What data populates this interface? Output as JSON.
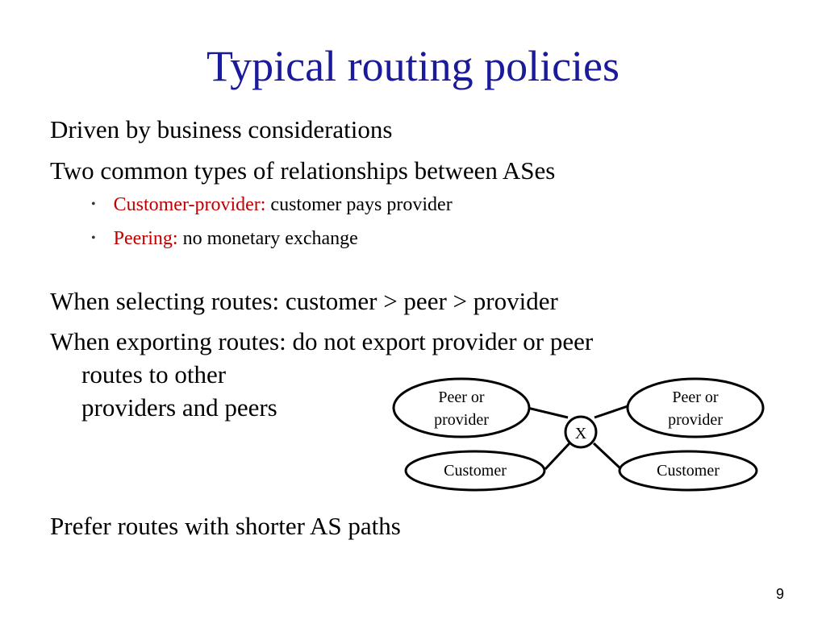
{
  "title": "Typical routing policies",
  "bullets": {
    "driven": "Driven by business considerations",
    "two_types": "Two common types of relationships between ASes",
    "sub": [
      {
        "term": "Customer-provider:",
        "desc": "customer pays provider"
      },
      {
        "term": "Peering:",
        "desc": "no monetary exchange"
      }
    ],
    "selecting": "When selecting routes: customer > peer > provider",
    "exporting_1": "When exporting routes: do not export provider or peer",
    "exporting_2": "routes to other",
    "exporting_3": "providers and peers",
    "prefer": "Prefer routes with shorter AS paths"
  },
  "diagram": {
    "left_top": [
      "Peer or",
      "provider"
    ],
    "right_top": [
      "Peer or",
      "provider"
    ],
    "left_bottom": "Customer",
    "right_bottom": "Customer",
    "center": "X"
  },
  "page_number": "9",
  "colors": {
    "title": "#1a1a9a",
    "highlight": "#c00000"
  }
}
